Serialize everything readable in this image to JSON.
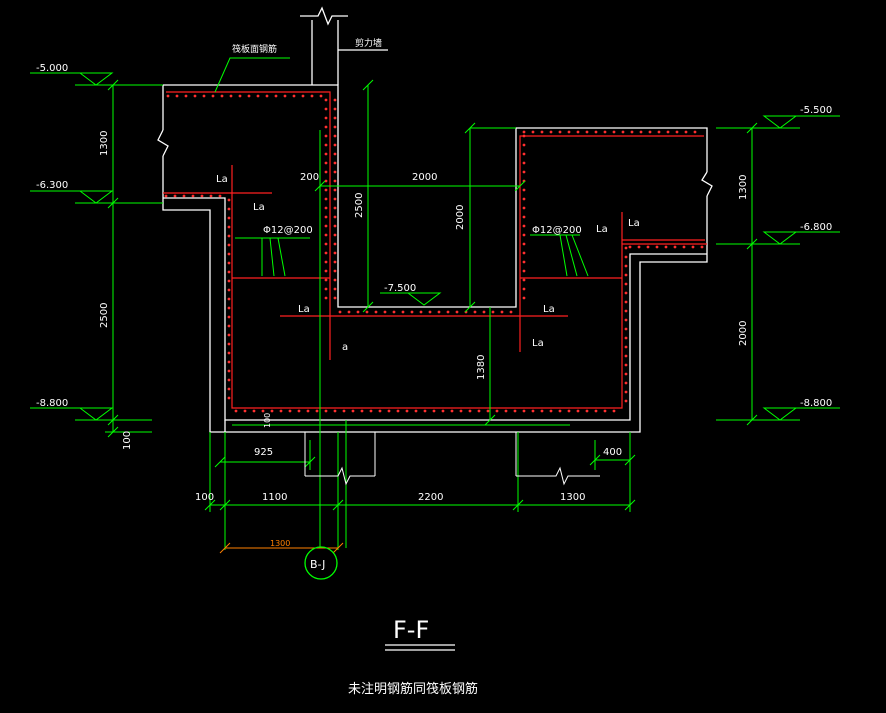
{
  "colors": {
    "background": "#000000",
    "wall": "#ffffff",
    "rebar": "#ff2020",
    "dots": "#ff3030",
    "dimension": "#00ff00",
    "text": "#ffffff",
    "orange": "#ff7f00"
  },
  "labels": {
    "top_annotation": "筏板面钢筋",
    "wall_annotation": "剪力墙",
    "la": "La",
    "la_lower": "a",
    "rebar_spec": "Φ12@200",
    "section_title": "F-F",
    "footer_note": "未注明钢筋同筏板钢筋",
    "axis_bubble": "B-J"
  },
  "elevations": {
    "e1": "-5.000",
    "e2": "-6.300",
    "e3": "-8.800",
    "e4": "-5.500",
    "e5": "-6.800",
    "e6": "-8.800",
    "e7": "-7.500"
  },
  "dimensions": {
    "d_1300_left": "1300",
    "d_2500_left": "2500",
    "d_100_left": "100",
    "d_200": "200",
    "d_2000_top": "2000",
    "d_2500_mid": "2500",
    "d_2000_mid": "2000",
    "d_1300_right": "1300",
    "d_2000_right": "2000",
    "d_1380": "1380",
    "d_100_small": "100",
    "d_925": "925",
    "d_400": "400",
    "d_100_bottom": "100",
    "d_1100": "1100",
    "d_2200": "2200",
    "d_1300_bottom": "1300",
    "d_1300_orange": "1300"
  }
}
